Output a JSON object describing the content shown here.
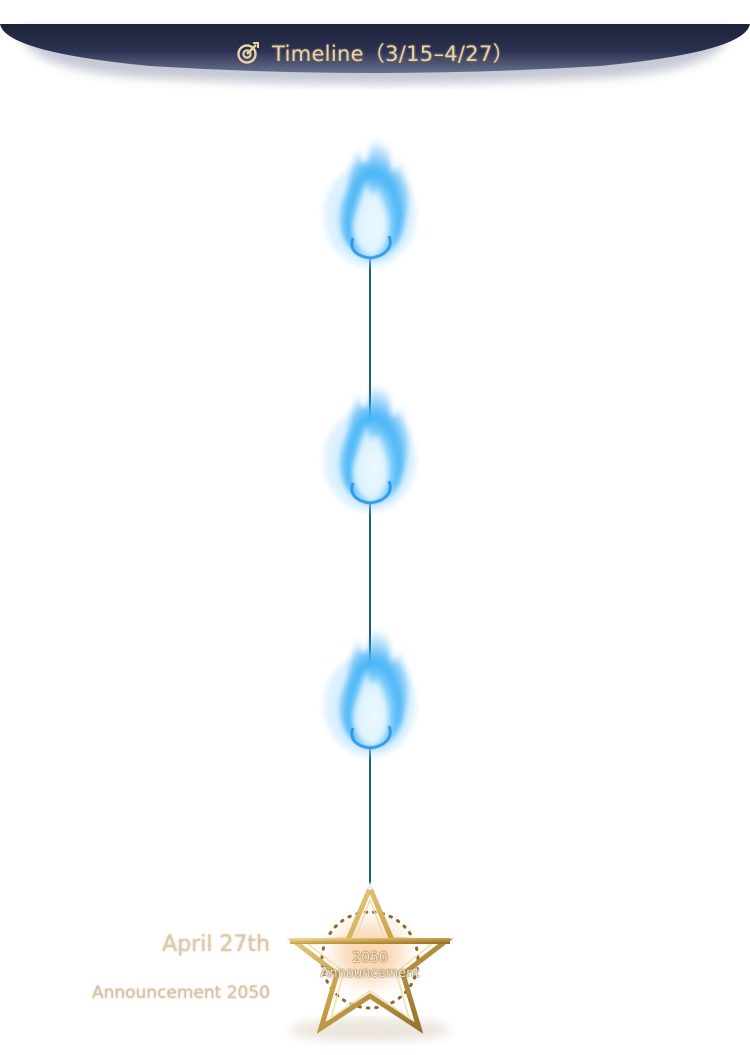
{
  "header": {
    "title": "Timeline（3/15–4/27）",
    "icon": "target-icon"
  },
  "timeline": {
    "markers": [
      {
        "type": "flame",
        "color": "#3fb4f5"
      },
      {
        "type": "flame",
        "color": "#3fb4f5"
      },
      {
        "type": "flame",
        "color": "#3fb4f5"
      }
    ],
    "line_color": "#1f5e74",
    "final_milestone": {
      "icon": "gold-star-icon",
      "star_year": "2050",
      "star_label": "Announcement",
      "date": "April 27th",
      "event": "Announcement 2050"
    }
  },
  "colors": {
    "header_bg": "#252a46",
    "title_text": "#e8d3a6",
    "gold": "#c9a04a"
  }
}
